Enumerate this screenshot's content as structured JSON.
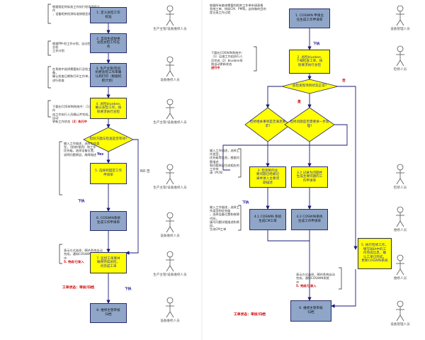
{
  "left": {
    "step1": "1. 定义总检工作\n标准",
    "step2": "2. 自动生成规格\n化检总检工作任\n务",
    "step3": "3. 生产主管/检验\n机柜总检工作单确\n认和打印（根据机\n柜计划）",
    "step4": "4. 总检bluebee,\n确认总检工作，按\n照要求执行总检",
    "decision": "检验方面与检查是否有效?",
    "yes": "Yes",
    "no": "NO 否",
    "step5": "5. 选择到固定工作\n申请单",
    "step6": "6. COSWIN系统\n生成工作申请单",
    "step7": "7. 监控工单库并\n确保完成总检，\n点完成工单",
    "step8": "8. 维修主管审核\n归档",
    "notes": {
      "n1": "根据指定的标准工作执行检测项目工作\n，设备相关检测标准按规定实施",
      "n2": "根据PM-检工作计划，自动生成检查总检\n工作计划",
      "n3": "在系统中选择需要执行总检工作的设备，\n确认检查日期和打印工作单，安排人员\n进行检查",
      "n4": "下载在COSWIN系统中：（1）运维工作\n由工作执行人员确认并完成。BBA系统自动\n更新工作状态",
      "n4red": "（2）执行中",
      "n5": "输入工作描述，选择工作类\n型，（检修/保养）和工作\n优先级。选择设备位置，\n说明问题原因，故障描述",
      "n6": "表示方式选择，BBA系统自动\n完成，通知COSWIN系统\n中",
      "n6red": "5. 完成/已录入"
    },
    "tag1": "下执",
    "tag2": "下执",
    "status": "工单状态：审核/归档"
  },
  "right": {
    "note_top": "根据所有维修需要的相关工作单申请表格\n系统工单，例如CM、PM等。这样做的目的\n是记录工作过程",
    "step1": "1. COSWIN 申请主\n任生成工作申请单",
    "step2": "2. 总检bluebee,\n下载检查工单，按\n照要求执行总检",
    "note2": "下载在COSWIN系统中：\n（1）运维工作由执行人\n员完成（2）bluebee系\n统自动更新状态",
    "note2red": "进行中",
    "decision_main": "总检发现项目状态正常?",
    "yes": "是",
    "no": "否",
    "decision_a": "检修相关事项是否满足要求?",
    "decision_b": "检修问题是否需要进一步处理?",
    "step3_1": "3. 检测到的主\n要问题已经被记\n录并进入主要问\n题描述",
    "step3_2": "3.2 记录为问题并\n生成主要问题的工\n作申请单",
    "note3": "输入工作描述，选择工作类型，\n优先级等信息，根据问题描述\n和问题原因生成相应的工作申\n请（PCN）",
    "step4_1": "4.1 COSWIN 系统\n生成CM工单",
    "step4_2": "4.2 COSWIN系统\n生成工作申请单",
    "note4": "输入工作描述，选择工作类型和优先级\n，选择设备位置和故障代码，\n填写问题详细描述和原因，\n生成CM工单",
    "step5": "5. 执行检修工作，\n填写BBA中的工\n作完成信息，确\n认工单已完成，\n更新COSWIN系统",
    "note5": "表示方式选择，BBA系统自动\n完成，通知COSWIN系统\n中",
    "note5red": "5. 完成/已录入",
    "step6": "6. 维修主管审核\n归档",
    "tag1": "下执",
    "tag2": "下执",
    "status": "工单状态：审核/归档"
  },
  "roles": {
    "r1": "生产主管/设备维修人员",
    "r2": "设备维修人员",
    "r3": "生产主管/设备维修人员",
    "r4": "生产主管/设备维修人员",
    "r5": "设备维修人员",
    "r6": "生产主管/设备维修人员",
    "r7": "设备维修人员",
    "r8": "设备管理人员",
    "r9": "检修人员",
    "r10": "检修人员",
    "r11": "维修人员",
    "r12": "维修人员"
  },
  "colors": {
    "process_blue": "#8fa6c9",
    "highlight_yellow": "#ffff00",
    "arrow": "#1a1a7a",
    "red": "#d00000"
  }
}
